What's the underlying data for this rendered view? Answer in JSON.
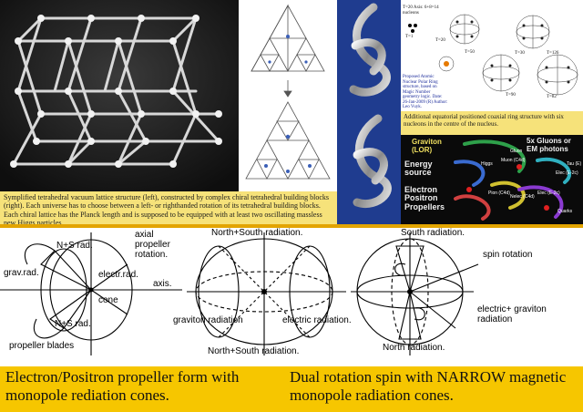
{
  "panels": {
    "lattice_caption": "Symplified tetrahedral vacuum lattice structure (left), constructed by complex chiral tetrahedral building blocks (right). Each universe has to choose between a left- or righthanded rotation of its tetrahedral building blocks. Each chiral lattice has the Planck length and is supposed to be equipped with at least two oscillating massless new Higgs particles.",
    "nucleus_caption": "Additional equatorial positioned coaxial ring structure with six nucleons in the centre of the nucleus.",
    "nucleus_labels": [
      "T=20",
      "T=50",
      "T=30",
      "T=90",
      "T=126",
      "T=82",
      "T=1"
    ],
    "nucleus_notes": [
      "T=20 Axis: 6+8=14 nucleons",
      "Proposed Atomic Nuclear Polar Ring structure, based on Magic Number geometry logic. Date: 26-Jan-2009 (R) Author: Leo Vuyk."
    ],
    "particles": {
      "graviton": "Graviton (LOR)",
      "gluons": "5x Gluons or EM photons",
      "energy": "Energy source",
      "electron": "Electron Positron Propellers",
      "small_labels": [
        "Gluon",
        "Higgs",
        "Muon (C4d)",
        "Elec (E-2c)",
        "Tau (E)",
        "Elec (E-2c)",
        "Pion (C4d)",
        "Nelec (C4d)",
        "Quarks"
      ]
    },
    "diagram_left": {
      "labels": [
        "N+S rad.",
        "axial propeller rotation.",
        "grav.rad.",
        "electr.rad.",
        "axis.",
        "cone",
        "N+S rad.",
        "propeller blades"
      ]
    },
    "diagram_mid": {
      "labels": [
        "North+South radiation.",
        "graviton radiation",
        "electric radiation.",
        "North+South radiation."
      ]
    },
    "diagram_right": {
      "labels": [
        "South radiation.",
        "spin rotation",
        "electric+ graviton radiation",
        "North radiation."
      ]
    },
    "bottom_left": "Electron/Positron propeller form with monopole rediation cones.",
    "bottom_right": "Dual rotation spin with NARROW magnetic monopole radiation cones."
  },
  "colors": {
    "caption_bg": "#f6e27a",
    "bottom_bg": "#f6c600",
    "divider": "#e2a400",
    "lattice_bg": "#222222",
    "ring_bg": "#1f3c8f",
    "particles_bg": "#0a0a0a"
  }
}
